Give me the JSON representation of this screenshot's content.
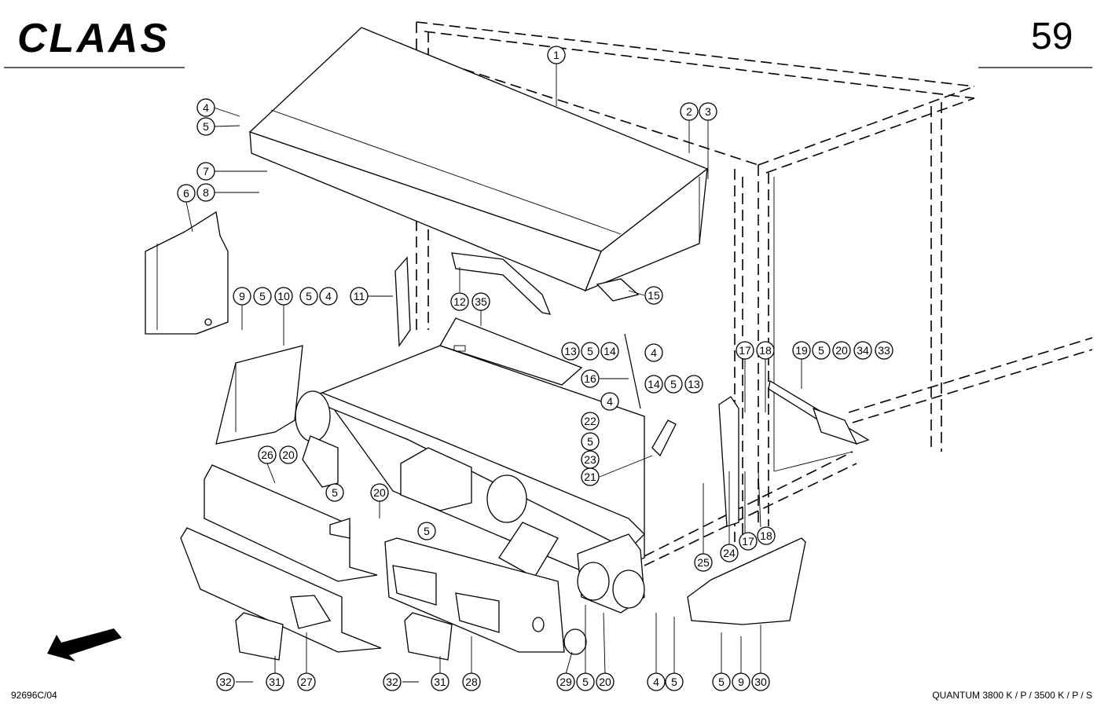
{
  "header": {
    "brand": "CLAAS",
    "page_number": "59"
  },
  "footer": {
    "drawing_code": "92696C/04",
    "model_line": "QUANTUM 3800 K / P / 3500 K / P / S"
  },
  "callouts": [
    {
      "n": "1"
    },
    {
      "n": "2"
    },
    {
      "n": "3"
    },
    {
      "n": "4"
    },
    {
      "n": "5"
    },
    {
      "n": "7"
    },
    {
      "n": "8"
    },
    {
      "n": "6"
    },
    {
      "n": "9"
    },
    {
      "n": "5"
    },
    {
      "n": "10"
    },
    {
      "n": "5"
    },
    {
      "n": "4"
    },
    {
      "n": "11"
    },
    {
      "n": "12"
    },
    {
      "n": "35"
    },
    {
      "n": "15"
    },
    {
      "n": "13"
    },
    {
      "n": "5"
    },
    {
      "n": "14"
    },
    {
      "n": "4"
    },
    {
      "n": "16"
    },
    {
      "n": "4"
    },
    {
      "n": "14"
    },
    {
      "n": "5"
    },
    {
      "n": "13"
    },
    {
      "n": "22"
    },
    {
      "n": "5"
    },
    {
      "n": "23"
    },
    {
      "n": "21"
    },
    {
      "n": "17"
    },
    {
      "n": "18"
    },
    {
      "n": "19"
    },
    {
      "n": "5"
    },
    {
      "n": "20"
    },
    {
      "n": "34"
    },
    {
      "n": "33"
    },
    {
      "n": "26"
    },
    {
      "n": "20"
    },
    {
      "n": "5"
    },
    {
      "n": "20"
    },
    {
      "n": "5"
    },
    {
      "n": "25"
    },
    {
      "n": "24"
    },
    {
      "n": "17"
    },
    {
      "n": "18"
    },
    {
      "n": "4"
    },
    {
      "n": "5"
    },
    {
      "n": "5"
    },
    {
      "n": "9"
    },
    {
      "n": "30"
    },
    {
      "n": "32"
    },
    {
      "n": "31"
    },
    {
      "n": "27"
    },
    {
      "n": "32"
    },
    {
      "n": "31"
    },
    {
      "n": "28"
    },
    {
      "n": "29"
    },
    {
      "n": "5"
    },
    {
      "n": "20"
    }
  ]
}
